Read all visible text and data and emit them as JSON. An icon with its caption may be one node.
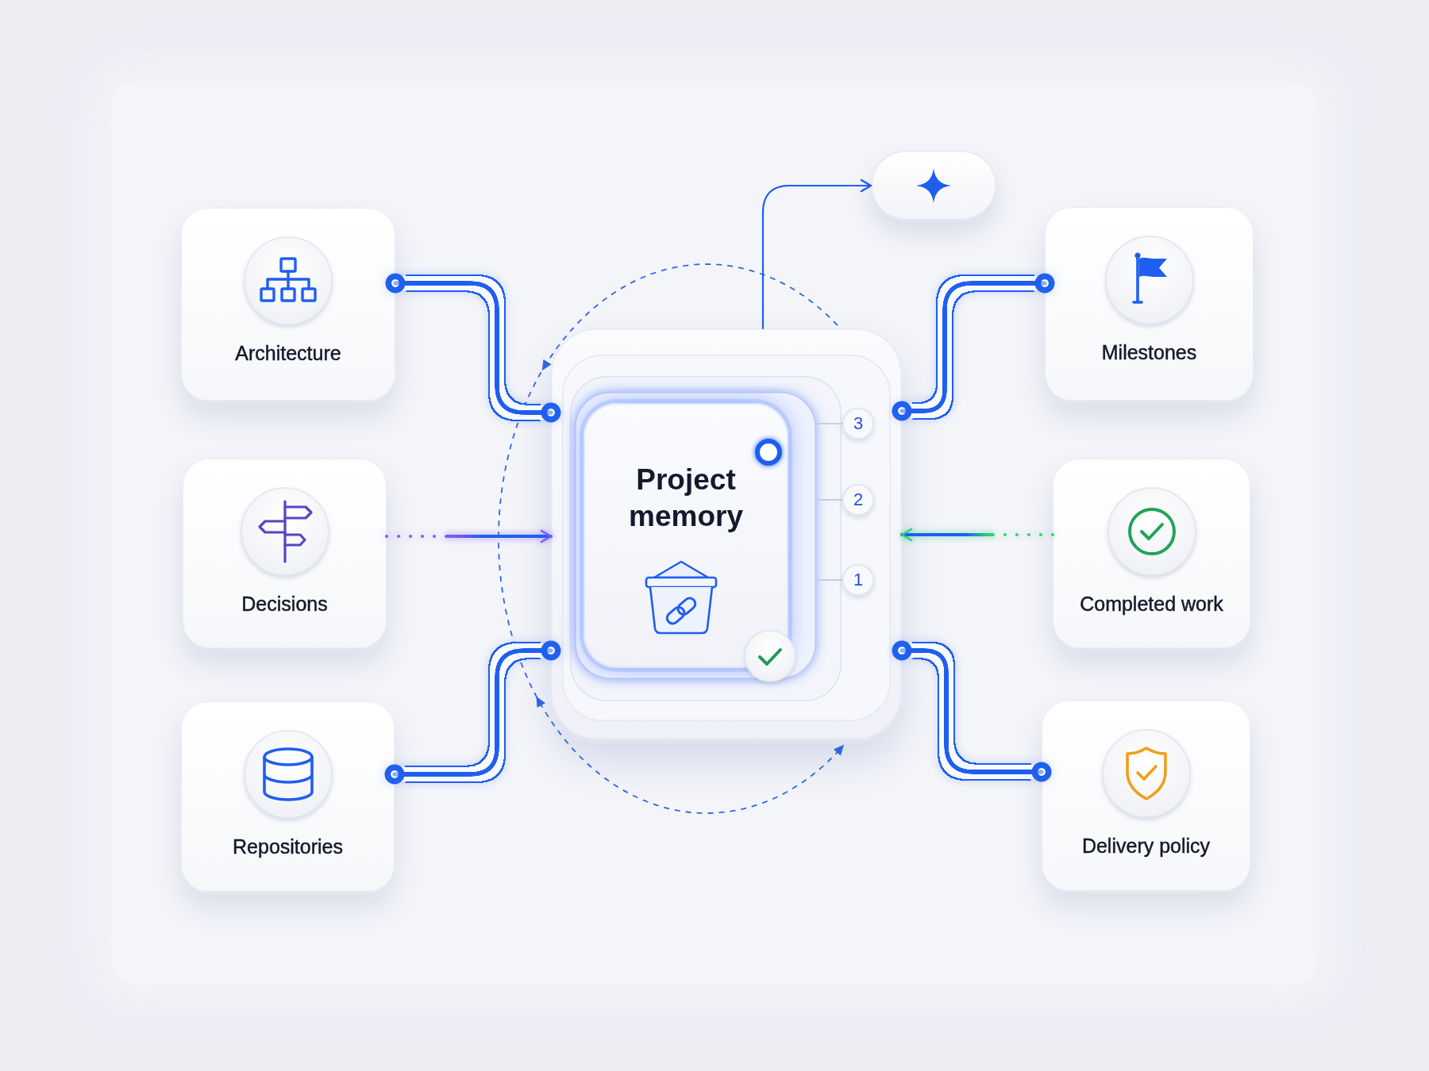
{
  "diagram": {
    "nodes": [
      {
        "text": [
          "Architecture"
        ]
      },
      {
        "text": [
          "Decisions"
        ]
      },
      {
        "text": [
          "Repositories"
        ]
      },
      {
        "text": [],
        "shape": "box"
      },
      {
        "text": [
          "Project memory"
        ],
        "in": 3
      },
      {
        "text": [
          "3"
        ],
        "in": 3
      },
      {
        "text": [
          "2"
        ],
        "in": 3
      },
      {
        "text": [
          "1"
        ],
        "in": 3
      },
      {
        "text": [],
        "shape": "box"
      },
      {
        "text": [
          "Milestones"
        ]
      },
      {
        "text": [
          "Completed work"
        ]
      },
      {
        "text": [
          "Delivery policy"
        ]
      }
    ],
    "edges": [
      {
        "from": 0,
        "to": 3,
        "arrow": "other",
        "style": "thick"
      },
      {
        "from": 1,
        "to": 3,
        "arrow": "to",
        "style": "dashed",
        "color": "#7b5cf0"
      },
      {
        "from": 2,
        "to": 3,
        "arrow": "other",
        "style": "thick"
      },
      {
        "from": 9,
        "to": 3,
        "arrow": "other",
        "style": "thick"
      },
      {
        "from": 10,
        "to": 3,
        "arrow": "to",
        "style": "dashed",
        "color": "#2fcf78"
      },
      {
        "from": 11,
        "to": 3,
        "arrow": "other",
        "style": "thick"
      },
      {
        "from": 3,
        "to": 8,
        "arrow": "to"
      },
      {
        "from": 5,
        "to": null,
        "arrow": "none",
        "color": "#c5cee3"
      },
      {
        "from": 6,
        "to": null,
        "arrow": "none",
        "color": "#c5cee3"
      },
      {
        "from": 7,
        "to": null,
        "arrow": "none",
        "color": "#c5cee3"
      }
    ]
  }
}
